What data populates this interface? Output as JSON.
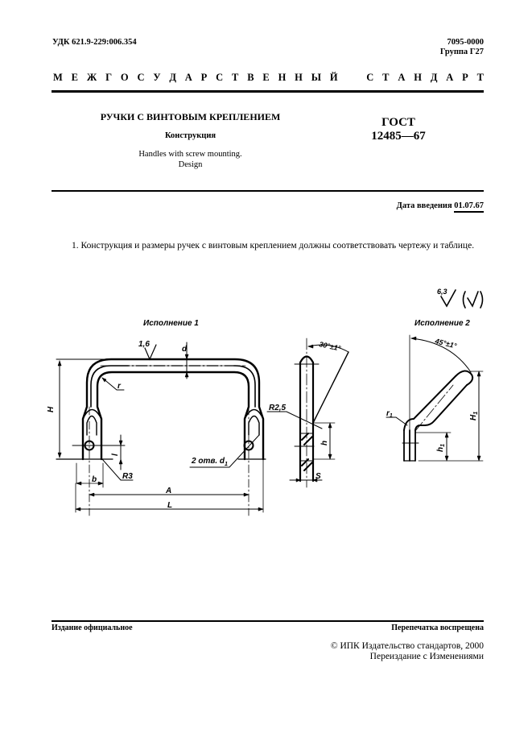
{
  "header": {
    "udk": "УДК 621.9-229:006.354",
    "code": "7095-0000",
    "group": "Группа Г27",
    "standard_type_letters": [
      "М",
      "Е",
      "Ж",
      "Г",
      "О",
      "С",
      "У",
      "Д",
      "А",
      "Р",
      "С",
      "Т",
      "В",
      "Е",
      "Н",
      "Н",
      "Ы",
      "Й",
      " ",
      "С",
      "Т",
      "А",
      "Н",
      "Д",
      "А",
      "Р",
      "Т"
    ],
    "standard_type": "МЕЖГОСУДАРСТВЕННЫЙ СТАНДАРТ"
  },
  "title": {
    "ru": "РУЧКИ С ВИНТОВЫМ КРЕПЛЕНИЕМ",
    "subtitle_ru": "Конструкция",
    "en_line1": "Handles with screw mounting.",
    "en_line2": "Design",
    "gost_label": "ГОСТ",
    "gost_number": "12485—67"
  },
  "intro_date": {
    "label": "Дата введения",
    "value": "01.07.67"
  },
  "body": {
    "paragraph_1": "1. Конструкция и размеры ручек с винтовым креплением должны соответствовать чертежу и таблице."
  },
  "drawing": {
    "roughness_value": "6,3",
    "variant_1_label": "Исполнение 1",
    "variant_2_label": "Исполнение 2",
    "labels": {
      "roughness_local": "1,6",
      "d": "d",
      "r": "r",
      "H": "H",
      "l": "l",
      "b": "b",
      "R3": "R3",
      "A": "A",
      "L": "L",
      "holes": "2 отв. d",
      "holes_sub": "1",
      "angle_1": "30°±1°",
      "R2_5": "R2,5",
      "h": "h",
      "S": "S",
      "angle_2": "45°±1°",
      "r1": "r",
      "r1_sub": "1",
      "H1": "H",
      "H1_sub": "1",
      "h1": "h",
      "h1_sub": "1"
    }
  },
  "footer": {
    "official_edition": "Издание официальное",
    "reprint_forbidden": "Перепечатка воспрещена",
    "copyright": "© ИПК Издательство стандартов, 2000",
    "reissue": "Переиздание с Изменениями"
  }
}
